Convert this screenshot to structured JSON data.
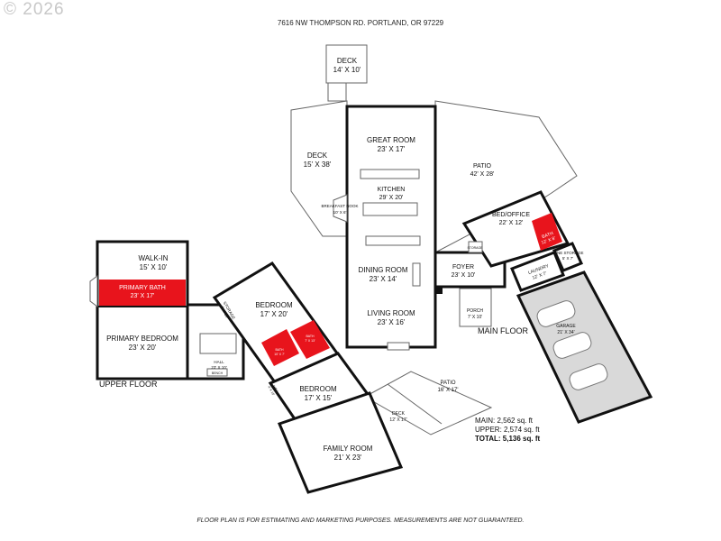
{
  "copyright": "© 2026",
  "address": "7616 NW THOMPSON RD. PORTLAND, OR 97229",
  "disclaimer": "FLOOR PLAN IS FOR ESTIMATING AND MARKETING PURPOSES. MEASUREMENTS ARE NOT GUARANTEED.",
  "totals": {
    "main": "MAIN: 2,562 sq. ft",
    "upper": "UPPER: 2,574 sq. ft",
    "total": "TOTAL: 5,136 sq. ft"
  },
  "floors": {
    "main": "MAIN FLOOR",
    "upper": "UPPER FLOOR"
  },
  "colors": {
    "bath": "#e8141c",
    "garage": "#d9d9d9",
    "walls": "#111111"
  },
  "rooms": {
    "deck_top": {
      "name": "DECK",
      "dim": "14' X 10'"
    },
    "deck_left": {
      "name": "DECK",
      "dim": "15' X 38'"
    },
    "great_room": {
      "name": "GREAT ROOM",
      "dim": "23' X 17'"
    },
    "kitchen": {
      "name": "KITCHEN",
      "dim": "29' X 20'"
    },
    "breakfast_nook": {
      "name": "BREAKFAST NOOK",
      "dim": "10' X 6'"
    },
    "patio_main": {
      "name": "PATIO",
      "dim": "42' X 28'"
    },
    "bed_office": {
      "name": "BED/OFFICE",
      "dim": "22' X 12'"
    },
    "bath_main": {
      "name": "BATH",
      "dim": "12' X 8'"
    },
    "storage_stairs": {
      "name": "STORAGE"
    },
    "wine_storage": {
      "name": "WINE STORAGE",
      "dim": "5' X 7'"
    },
    "laundry": {
      "name": "LAUNDRY",
      "dim": "12' X 7'"
    },
    "foyer": {
      "name": "FOYER",
      "dim": "23' X 10'"
    },
    "dining": {
      "name": "DINING ROOM",
      "dim": "23' X 14'"
    },
    "living": {
      "name": "LIVING ROOM",
      "dim": "23' X 16'"
    },
    "porch": {
      "name": "PORCH",
      "dim": "7' X 10'"
    },
    "garage": {
      "name": "GARAGE",
      "dim": "21' X 34'"
    },
    "walk_in": {
      "name": "WALK-IN",
      "dim": "15' X 10'"
    },
    "primary_bath": {
      "name": "PRIMARY BATH",
      "dim": "23' X 17'"
    },
    "primary_bedroom": {
      "name": "PRIMARY BEDROOM",
      "dim": "23' X 20'"
    },
    "hall_upper": {
      "name": "HALL",
      "dim": "23' X 10'"
    },
    "bench": {
      "name": "BENCH"
    },
    "storage_upper": {
      "name": "STORAGE",
      "dim": "6' X 10'"
    },
    "bedroom1": {
      "name": "BEDROOM",
      "dim": "17' X 20'"
    },
    "bath_upper1": {
      "name": "BATH",
      "dim": "10' X 7'"
    },
    "bath_upper2": {
      "name": "BATH",
      "dim": "7' X 13'"
    },
    "hall_small": {
      "name": "HALL",
      "dim": "4' X 15'"
    },
    "bedroom2": {
      "name": "BEDROOM",
      "dim": "17' X 15'"
    },
    "family_room": {
      "name": "FAMILY ROOM",
      "dim": "21' X 23'"
    },
    "deck_lower": {
      "name": "DECK",
      "dim": "12' X 17'"
    },
    "patio_lower": {
      "name": "PATIO",
      "dim": "16' X 17'"
    }
  }
}
